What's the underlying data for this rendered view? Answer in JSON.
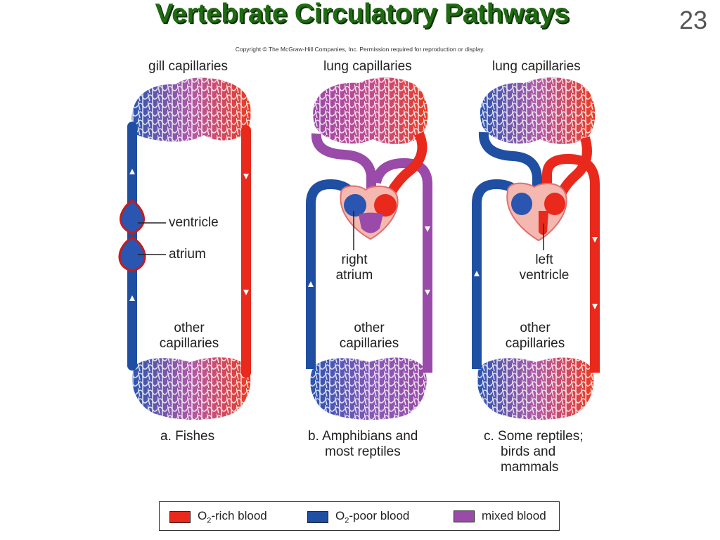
{
  "slide": {
    "title": "Vertebrate Circulatory Pathways",
    "number": "23",
    "copyright": "Copyright © The McGraw-Hill Companies, Inc. Permission required for reproduction or display."
  },
  "colors": {
    "o2_rich": "#e8291c",
    "o2_poor": "#1f4fa3",
    "mixed": "#9a4aa8",
    "title": "#1f6a12"
  },
  "panels": {
    "fishes": {
      "top_capillaries": "gill capillaries",
      "ventricle": "ventricle",
      "atrium": "atrium",
      "other_line1": "other",
      "other_line2": "capillaries",
      "caption": "a. Fishes"
    },
    "amphibians": {
      "top_capillaries": "lung capillaries",
      "pointer_line1": "right",
      "pointer_line2": "atrium",
      "other_line1": "other",
      "other_line2": "capillaries",
      "caption_line1": "b. Amphibians and",
      "caption_line2": "most reptiles"
    },
    "mammals": {
      "top_capillaries": "lung capillaries",
      "pointer_line1": "left",
      "pointer_line2": "ventricle",
      "other_line1": "other",
      "other_line2": "capillaries",
      "caption_line1": "c. Some reptiles;",
      "caption_line2": "birds and",
      "caption_line3": "mammals"
    }
  },
  "legend": {
    "rich_prefix": "O",
    "rich_sub": "2",
    "rich_suffix": "-rich blood",
    "poor_prefix": "O",
    "poor_sub": "2",
    "poor_suffix": "-poor blood",
    "mixed": "mixed blood"
  }
}
